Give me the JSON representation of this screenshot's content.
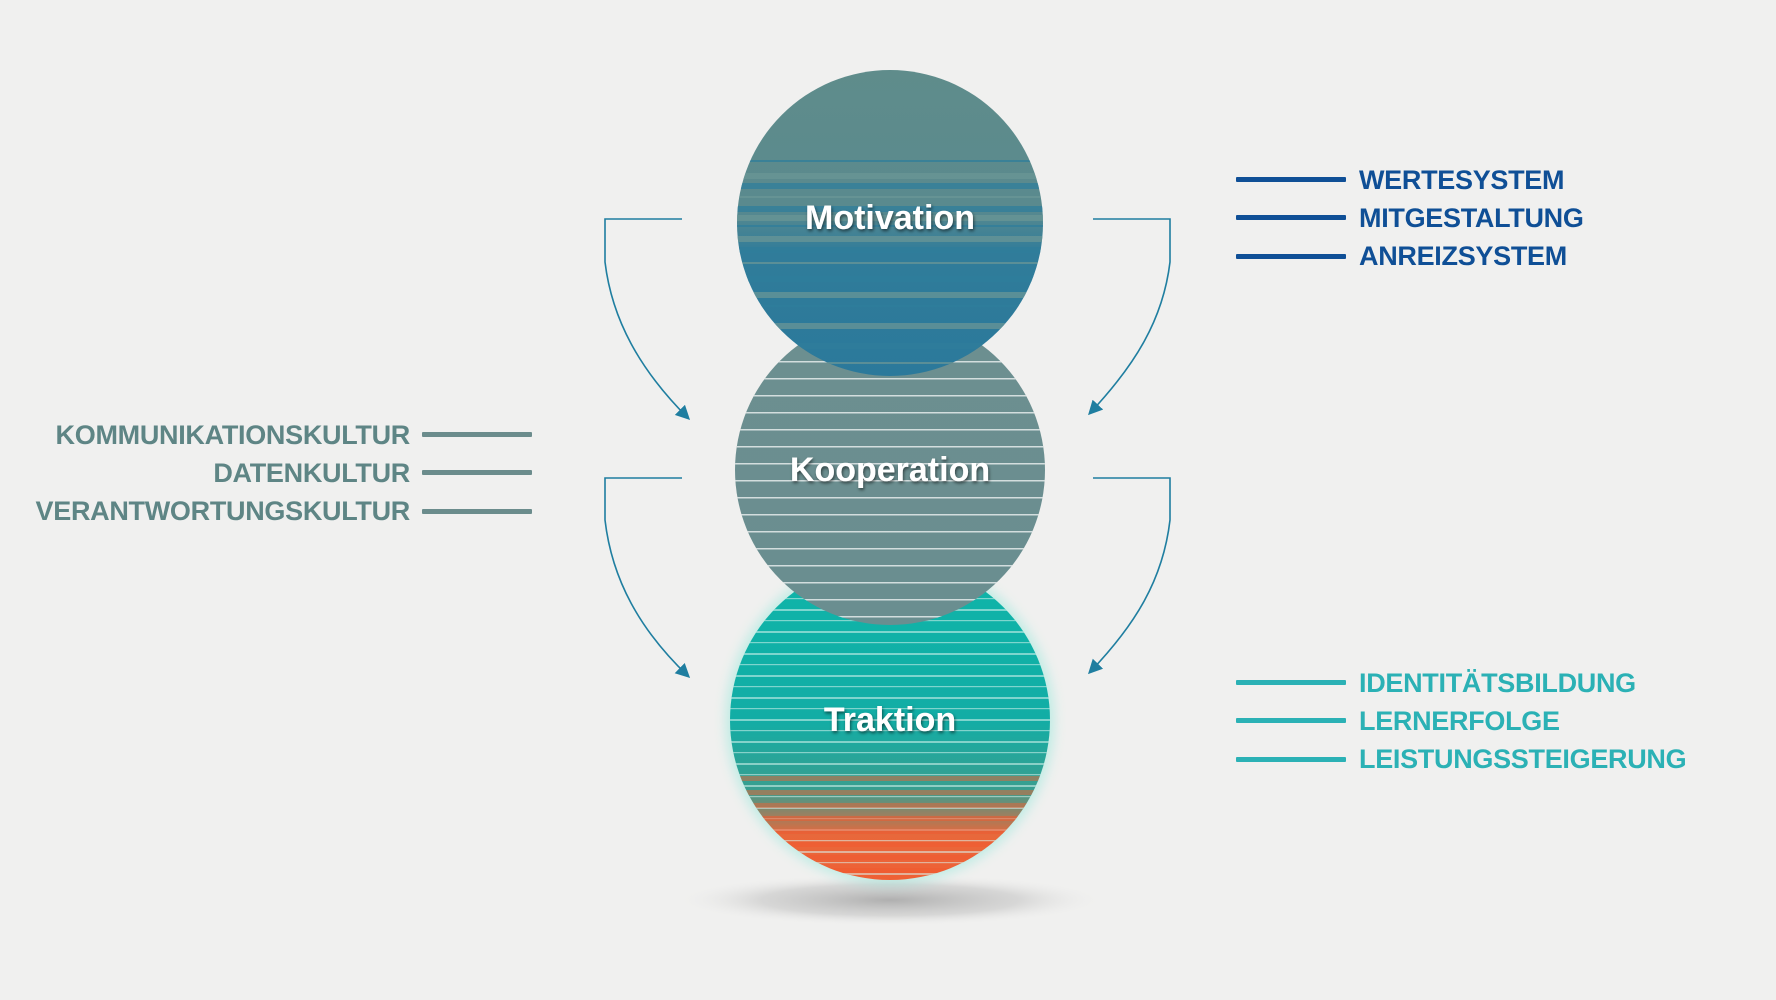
{
  "circles": {
    "top": {
      "label": "Motivation",
      "color_upper": "#5e8c8c",
      "color_lower": "#2e7a9a"
    },
    "middle": {
      "label": "Kooperation",
      "color": "#6b8f91"
    },
    "bottom": {
      "label": "Traktion",
      "color_upper": "#12b2a8",
      "color_lower": "#ee6638"
    }
  },
  "lists": {
    "top_right": {
      "color": "#0f4f96",
      "items": [
        "WERTESYSTEM",
        "MITGESTALTUNG",
        "ANREIZSYSTEM"
      ]
    },
    "middle_left": {
      "color": "#5e8585",
      "bar_color": "#6b8c8c",
      "items": [
        "KOMMUNIKATIONSKULTUR",
        "DATENKULTUR",
        "VERANTWORTUNGSKULTUR"
      ]
    },
    "bottom_right": {
      "color": "#2bb1b5",
      "items": [
        "IDENTITÄTSBILDUNG",
        "LERNERFOLGE",
        "LEISTUNGSSTEIGERUNG"
      ]
    }
  },
  "arrow_color": "#1f7ea0"
}
